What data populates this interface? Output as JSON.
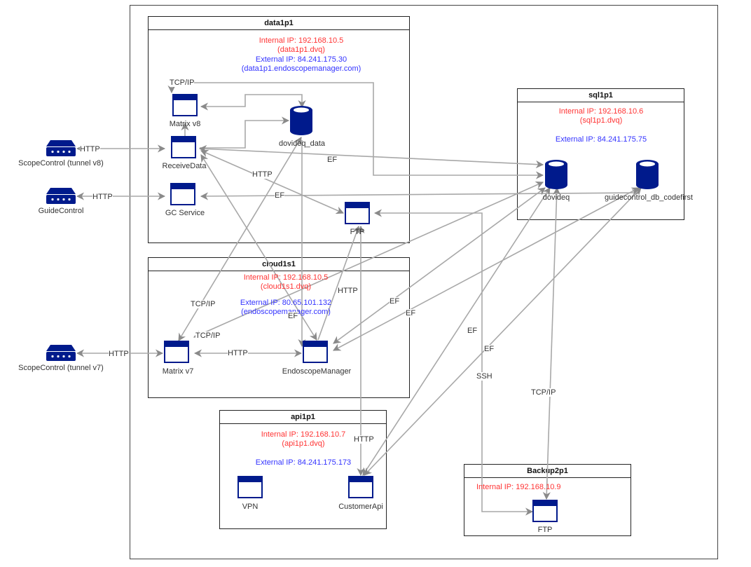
{
  "colors": {
    "node": "#001a8c",
    "link": "#a0a0a0",
    "internal_ip": "#ff3333",
    "external_ip": "#3333ff"
  },
  "groups": {
    "data1p1": {
      "title": "data1p1",
      "internal_ip": "Internal IP: 192.168.10.5",
      "internal_host": "(data1p1.dvq)",
      "external_ip": "External IP: 84.241.175.30",
      "external_host": "(data1p1.endoscopemanager.com)"
    },
    "sql1p1": {
      "title": "sql1p1",
      "internal_ip": "Internal IP: 192.168.10.6",
      "internal_host": "(sql1p1.dvq)",
      "external_ip": "External IP: 84.241.175.75"
    },
    "cloud1s1": {
      "title": "cloud1s1",
      "internal_ip": "Internal IP: 192.168.10.5",
      "internal_host": "(cloud1s1.dvq)",
      "external_ip": "External IP: 80.65.101.132",
      "external_host": "(endoscopemanager.com)"
    },
    "api1p1": {
      "title": "api1p1",
      "internal_ip": "Internal IP: 192.168.10.7",
      "internal_host": "(api1p1.dvq)",
      "external_ip": "External IP: 84.241.175.173"
    },
    "backup2p1": {
      "title": "Backup2p1",
      "internal_ip": "Internal IP: 192.168.10.9"
    }
  },
  "nodes": {
    "matrix_v8": "Matrix v8",
    "receive_data": "ReceiveData",
    "gc_service": "GC Service",
    "dovideq_data": "dovideq_data",
    "ftp_data": "FTP",
    "dovideq": "dovideq",
    "guidecontrol_db": "guidecontrol_db_codefirst",
    "matrix_v7": "Matrix v7",
    "endoscope_manager": "EndoscopeManager",
    "vpn": "VPN",
    "customer_api": "CustomerApi",
    "ftp_backup": "FTP",
    "scope_v8": "ScopeControl (tunnel v8)",
    "guide_control": "GuideControl",
    "scope_v7": "ScopeControl (tunnel v7)"
  },
  "edge_labels": {
    "tcpip_top": "TCP/IP",
    "http_scope_v8": "HTTP",
    "http_guide": "HTTP",
    "ef_receive_dovideq": "EF",
    "http_receive_ftp": "HTTP",
    "ef_gc_guidedb": "EF",
    "tcpip_matrix7_a": "TCP/IP",
    "tcpip_matrix7_b": "TCP/IP",
    "http_cloud_ftp": "HTTP",
    "ef_em_center": "EF",
    "ef_em_1": "EF",
    "ef_em_2": "EF",
    "http_scope_v7": "HTTP",
    "http_matrix_em": "HTTP",
    "ef_api_1": "EF",
    "ef_api_2": "EF",
    "ssh": "SSH",
    "tcpip_backup": "TCP/IP",
    "http_api": "HTTP"
  }
}
